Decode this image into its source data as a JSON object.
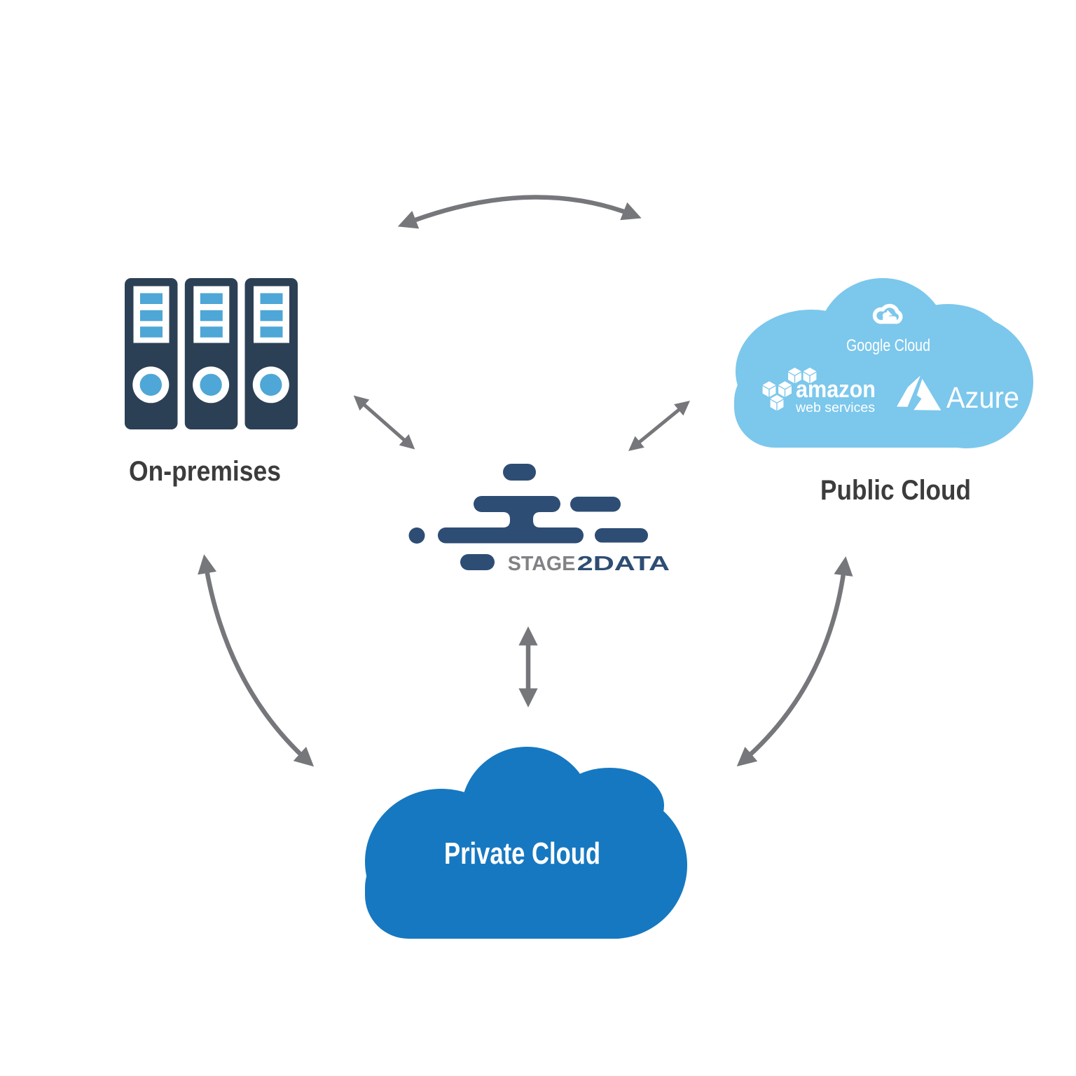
{
  "diagram": {
    "background": "#ffffff",
    "center_logo": {
      "brand_gray": "STAGE",
      "brand_navy": "2DATA"
    },
    "nodes": {
      "on_premises": {
        "label": "On-premises"
      },
      "public_cloud": {
        "label": "Public Cloud",
        "providers": {
          "google_cloud": "Google Cloud",
          "amazon": "amazon",
          "amazon_sub": "web services",
          "azure": "Azure"
        }
      },
      "private_cloud": {
        "label": "Private Cloud"
      }
    },
    "connections": [
      {
        "from": "on-premises",
        "to": "public-cloud",
        "bidirectional": true
      },
      {
        "from": "on-premises",
        "to": "stage2data-hub",
        "bidirectional": true
      },
      {
        "from": "public-cloud",
        "to": "stage2data-hub",
        "bidirectional": true
      },
      {
        "from": "stage2data-hub",
        "to": "private-cloud",
        "bidirectional": true
      },
      {
        "from": "on-premises",
        "to": "private-cloud",
        "bidirectional": true
      },
      {
        "from": "public-cloud",
        "to": "private-cloud",
        "bidirectional": true
      }
    ]
  },
  "colors": {
    "binder_navy": "#2C4055",
    "accent_blue": "#4EA7D6",
    "logo_navy": "#2E4D74",
    "logo_gray": "#808285",
    "public_cloud_blue": "#7CC7EC",
    "private_cloud_blue": "#1678C1",
    "arrow_gray": "#76777B",
    "label_gray": "#3C3C3C",
    "white": "#FFFFFF"
  }
}
